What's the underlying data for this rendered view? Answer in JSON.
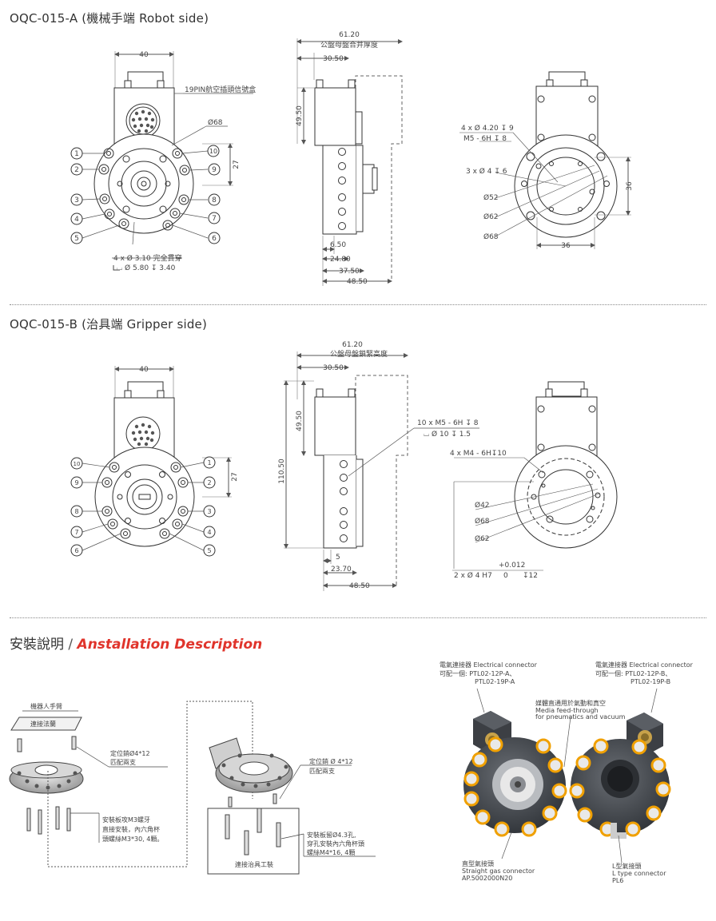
{
  "section_a": {
    "title": "OQC-015-A (機械手端 Robot side)",
    "front": {
      "dim_width": "40",
      "connector_label": "19PIN航空插頭信號盒",
      "dia_outer": "Ø68",
      "dim_right": "27",
      "ports": [
        "1",
        "2",
        "3",
        "4",
        "5",
        "6",
        "7",
        "8",
        "9",
        "10"
      ],
      "hole_note_1": "4 x Ø 3.10 完全貫穿",
      "hole_note_2": "⌴ Ø 5.80 ↧ 3.40"
    },
    "side": {
      "dim_top_total": "61.20",
      "dim_top_caption": "公盤母盤合并厚度",
      "dim_top_half": "30.50",
      "dim_height": "49.50",
      "dims_bottom": [
        "6.50",
        "24.80",
        "37.50",
        "48.50"
      ]
    },
    "back": {
      "note_1": "4 x Ø 4.20 ↧ 9",
      "note_2": "M5 - 6H ↧ 8",
      "note_3": "3 x Ø 4 ↧ 6",
      "dia_1": "Ø52",
      "dia_2": "Ø62",
      "dia_3": "Ø68",
      "dim_right": "36",
      "dim_bottom": "36"
    }
  },
  "section_b": {
    "title": "OQC-015-B (治具端 Gripper side)",
    "front": {
      "dim_width": "40",
      "dim_right": "27",
      "ports_left": [
        "10",
        "9",
        "8",
        "7",
        "6"
      ],
      "ports_right": [
        "1",
        "2",
        "3",
        "4",
        "5"
      ]
    },
    "side": {
      "dim_top_total": "61.20",
      "dim_top_caption": "公盤母盤鎖緊高度",
      "dim_top_half": "30.50",
      "dim_height_1": "49.50",
      "dim_height_2": "110.50",
      "note_1": "10 x M5 - 6H ↧ 8",
      "note_2": "⌴ Ø 10 ↧ 1.5",
      "dims_bottom": [
        "5",
        "23.70",
        "48.50"
      ]
    },
    "back": {
      "note_1": "4 x M4 - 6H↧10",
      "dia_1": "Ø42",
      "dia_2": "Ø68",
      "dia_3": "Ø62",
      "tol_upper": "+0.012",
      "tol_note": "2 x Ø 4 H7",
      "tol_lower": "0",
      "tol_depth": "↧12"
    }
  },
  "install": {
    "title_cn": "安裝說明",
    "slash": " / ",
    "title_en": "Anstallation Description",
    "left": {
      "robot_arm": "機器人手臂",
      "flange": "連接法蘭",
      "pin_1": "定位銷Ø4*12",
      "pin_2": "匹配兩支",
      "screw_1": "安裝板攻M3螺牙",
      "screw_2": "直接安裝，內六角杯",
      "screw_3": "頭螺絲M3*30, 4顆。"
    },
    "middle": {
      "pin_1": "定位銷 Ø 4*12",
      "pin_2": "匹配兩支",
      "tool_label": "連接治具工裝",
      "screw_1": "安裝板留Ø4.3孔,",
      "screw_2": "穿孔安裝內六角杯頭",
      "screw_3": "螺絲M4*16, 4顆"
    },
    "photo": {
      "elec_left_1": "電氣連接器 Electrical connector",
      "elec_left_2": "可配一個: PTL02-12P-A、",
      "elec_left_3": "PTL02-19P-A",
      "elec_right_1": "電氣連接器 Electrical connector",
      "elec_right_2": "可配一個: PTL02-12P-B、",
      "elec_right_3": "PTL02-19P-B",
      "media_1": "媒體直通用於氣動和真空",
      "media_2": "Media feed-through",
      "media_3": "for pneumatics and vacuum",
      "straight_1": "直型氣接頭",
      "straight_2": "Straight gas connector",
      "straight_3": "AP.5002000N20",
      "ltype_1": "L型氣接頭",
      "ltype_2": "L type connector",
      "ltype_3": "PL6"
    }
  }
}
